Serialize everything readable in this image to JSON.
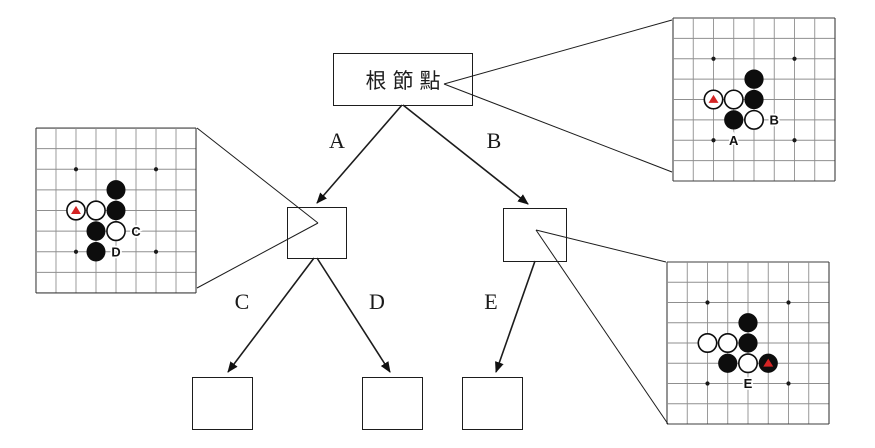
{
  "tree": {
    "root_label": "根節點",
    "edge_labels": {
      "a": "A",
      "b": "B",
      "c": "C",
      "d": "D",
      "e": "E"
    }
  },
  "boards": [
    {
      "name": "root-position",
      "lines": 9,
      "stars": [
        [
          2,
          2
        ],
        [
          6,
          2
        ],
        [
          2,
          6
        ],
        [
          6,
          6
        ]
      ],
      "stones": [
        {
          "col": 4,
          "row": 3,
          "color": "black"
        },
        {
          "col": 2,
          "row": 4,
          "color": "white",
          "mark": "triangle"
        },
        {
          "col": 3,
          "row": 4,
          "color": "white"
        },
        {
          "col": 4,
          "row": 4,
          "color": "black"
        },
        {
          "col": 3,
          "row": 5,
          "color": "black"
        },
        {
          "col": 4,
          "row": 5,
          "color": "white"
        }
      ],
      "labels": [
        {
          "text": "A",
          "col": 3,
          "row": 6
        },
        {
          "text": "B",
          "col": 5,
          "row": 5
        }
      ]
    },
    {
      "name": "after-move-a",
      "lines": 9,
      "stars": [
        [
          2,
          2
        ],
        [
          6,
          2
        ],
        [
          2,
          6
        ],
        [
          6,
          6
        ]
      ],
      "stones": [
        {
          "col": 4,
          "row": 3,
          "color": "black"
        },
        {
          "col": 2,
          "row": 4,
          "color": "white",
          "mark": "triangle"
        },
        {
          "col": 3,
          "row": 4,
          "color": "white"
        },
        {
          "col": 4,
          "row": 4,
          "color": "black"
        },
        {
          "col": 3,
          "row": 5,
          "color": "black"
        },
        {
          "col": 4,
          "row": 5,
          "color": "white"
        },
        {
          "col": 3,
          "row": 6,
          "color": "black"
        }
      ],
      "labels": [
        {
          "text": "C",
          "col": 5,
          "row": 5
        },
        {
          "text": "D",
          "col": 4,
          "row": 6
        }
      ]
    },
    {
      "name": "after-move-b",
      "lines": 9,
      "stars": [
        [
          2,
          2
        ],
        [
          6,
          2
        ],
        [
          2,
          6
        ],
        [
          6,
          6
        ]
      ],
      "stones": [
        {
          "col": 4,
          "row": 3,
          "color": "black"
        },
        {
          "col": 2,
          "row": 4,
          "color": "white"
        },
        {
          "col": 3,
          "row": 4,
          "color": "white"
        },
        {
          "col": 4,
          "row": 4,
          "color": "black"
        },
        {
          "col": 3,
          "row": 5,
          "color": "black"
        },
        {
          "col": 4,
          "row": 5,
          "color": "white"
        },
        {
          "col": 5,
          "row": 5,
          "color": "black",
          "mark": "triangle"
        }
      ],
      "labels": [
        {
          "text": "E",
          "col": 4,
          "row": 6
        }
      ]
    }
  ],
  "colors": {
    "triangle_mark": "#d42424",
    "black_stone": "#0d0d0d",
    "white_stone": "#ffffff",
    "grid_line": "#8f8f8f",
    "board_border": "#3c3c3c",
    "connector": "#1c1c1c"
  }
}
